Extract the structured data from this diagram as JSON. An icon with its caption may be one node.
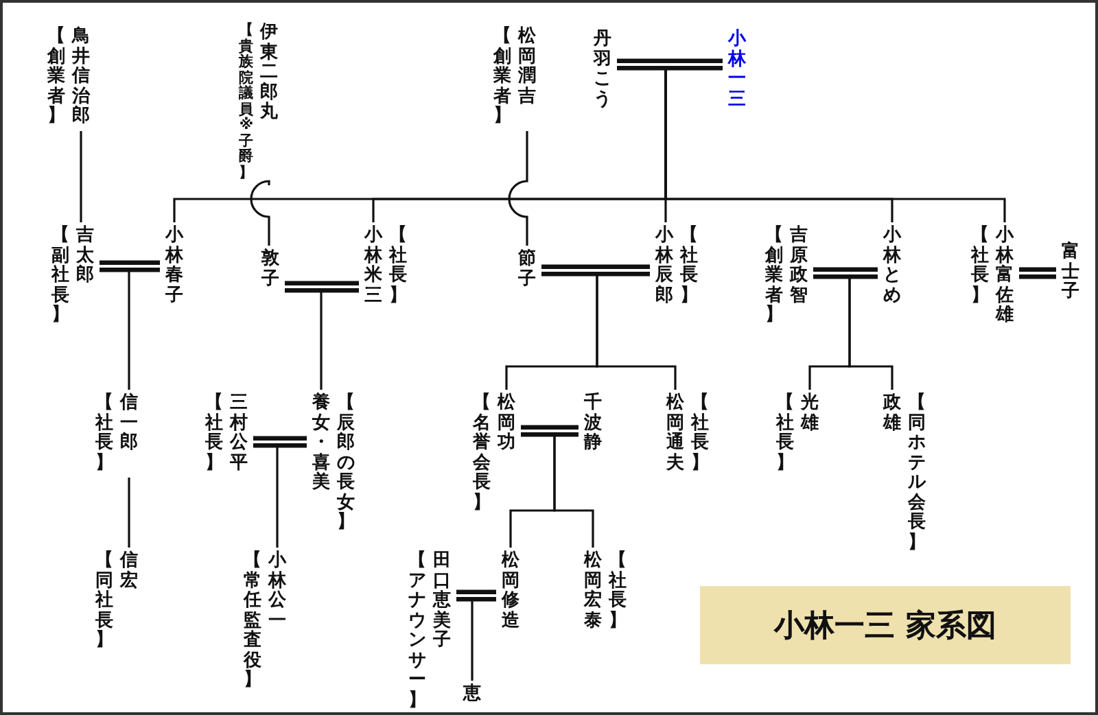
{
  "diagram": {
    "title": "小林一三 家系図",
    "nodes": [
      {
        "text": [
          "鳥井信治郎"
        ],
        "beside": [
          "【創業者】"
        ]
      },
      {
        "text": [
          "伊東二郎丸"
        ],
        "beside": [
          "【貴族院議員※子爵】"
        ]
      },
      {
        "text": [
          "松岡潤吉"
        ],
        "beside": [
          "【創業者】"
        ]
      },
      {
        "text": [
          "丹羽こう"
        ]
      },
      {
        "text": [
          "小林一三"
        ]
      },
      {
        "text": [
          "吉太郎"
        ],
        "beside": [
          "【副社長】"
        ]
      },
      {
        "text": [
          "小林春子"
        ]
      },
      {
        "text": [
          "敦子"
        ]
      },
      {
        "text": [
          "小林米三"
        ],
        "beside": [
          "【社長】"
        ]
      },
      {
        "text": [
          "節子"
        ]
      },
      {
        "text": [
          "小林辰郎"
        ],
        "beside": [
          "【社長】"
        ]
      },
      {
        "text": [
          "吉原政智"
        ],
        "beside": [
          "【創業者】"
        ]
      },
      {
        "text": [
          "小林とめ"
        ]
      },
      {
        "text": [
          "小林富佐雄"
        ],
        "beside": [
          "【社長】"
        ]
      },
      {
        "text": [
          "富士子"
        ]
      },
      {
        "text": [
          "信一郎"
        ],
        "beside": [
          "【社長】"
        ]
      },
      {
        "text": [
          "三村公平"
        ],
        "beside": [
          "【社長】"
        ]
      },
      {
        "text": [
          "養女・喜美"
        ],
        "beside": [
          "【辰郎の長女】"
        ]
      },
      {
        "text": [
          "松岡功"
        ],
        "beside": [
          "【名誉会長】"
        ]
      },
      {
        "text": [
          "千波静"
        ]
      },
      {
        "text": [
          "松岡通夫"
        ],
        "beside": [
          "【社長】"
        ]
      },
      {
        "text": [
          "光雄"
        ],
        "beside": [
          "【社長】"
        ]
      },
      {
        "text": [
          "政雄"
        ],
        "beside": [
          "【同ホテル会長】"
        ]
      },
      {
        "text": [
          "信宏"
        ],
        "beside": [
          "【同社長】"
        ]
      },
      {
        "text": [
          "小林公一"
        ],
        "beside": [
          "【常任監査役】"
        ]
      },
      {
        "text": [
          "田口恵美子"
        ],
        "beside": [
          "【アナウンサー】"
        ]
      },
      {
        "text": [
          "松岡修造"
        ]
      },
      {
        "text": [
          "松岡宏泰"
        ],
        "beside": [
          "【社長】"
        ]
      },
      {
        "text": [
          "恵"
        ]
      }
    ],
    "edges": [
      {
        "from": 3,
        "to": 4,
        "arrow": "none",
        "style": "thick"
      },
      {
        "from": 0,
        "to": 5,
        "arrow": "none"
      },
      {
        "from": 1,
        "to": 7,
        "arrow": "none"
      },
      {
        "from": 2,
        "to": 9,
        "arrow": "none"
      },
      {
        "from": 4,
        "to": 6,
        "arrow": "none"
      },
      {
        "from": 4,
        "to": 8,
        "arrow": "none"
      },
      {
        "from": 4,
        "to": 10,
        "arrow": "none"
      },
      {
        "from": 4,
        "to": 12,
        "arrow": "none"
      },
      {
        "from": 4,
        "to": 13,
        "arrow": "none"
      },
      {
        "from": 5,
        "to": 6,
        "arrow": "none",
        "style": "thick"
      },
      {
        "from": 5,
        "to": 15,
        "arrow": "none"
      },
      {
        "from": 15,
        "to": 23,
        "arrow": "none"
      },
      {
        "from": 7,
        "to": 8,
        "arrow": "none",
        "style": "thick"
      },
      {
        "from": 8,
        "to": 17,
        "arrow": "none"
      },
      {
        "from": 16,
        "to": 17,
        "arrow": "none",
        "style": "thick"
      },
      {
        "from": 17,
        "to": 24,
        "arrow": "none"
      },
      {
        "from": 9,
        "to": 10,
        "arrow": "none",
        "style": "thick"
      },
      {
        "from": 10,
        "to": 18,
        "arrow": "none"
      },
      {
        "from": 10,
        "to": 20,
        "arrow": "none"
      },
      {
        "from": 18,
        "to": 19,
        "arrow": "none",
        "style": "thick"
      },
      {
        "from": 18,
        "to": 26,
        "arrow": "none"
      },
      {
        "from": 18,
        "to": 27,
        "arrow": "none"
      },
      {
        "from": 11,
        "to": 12,
        "arrow": "none",
        "style": "thick"
      },
      {
        "from": 12,
        "to": 21,
        "arrow": "none"
      },
      {
        "from": 12,
        "to": 22,
        "arrow": "none"
      },
      {
        "from": 13,
        "to": 14,
        "arrow": "none",
        "style": "thick"
      },
      {
        "from": 25,
        "to": 26,
        "arrow": "none",
        "style": "thick"
      },
      {
        "from": 26,
        "to": 28,
        "arrow": "none"
      }
    ]
  }
}
